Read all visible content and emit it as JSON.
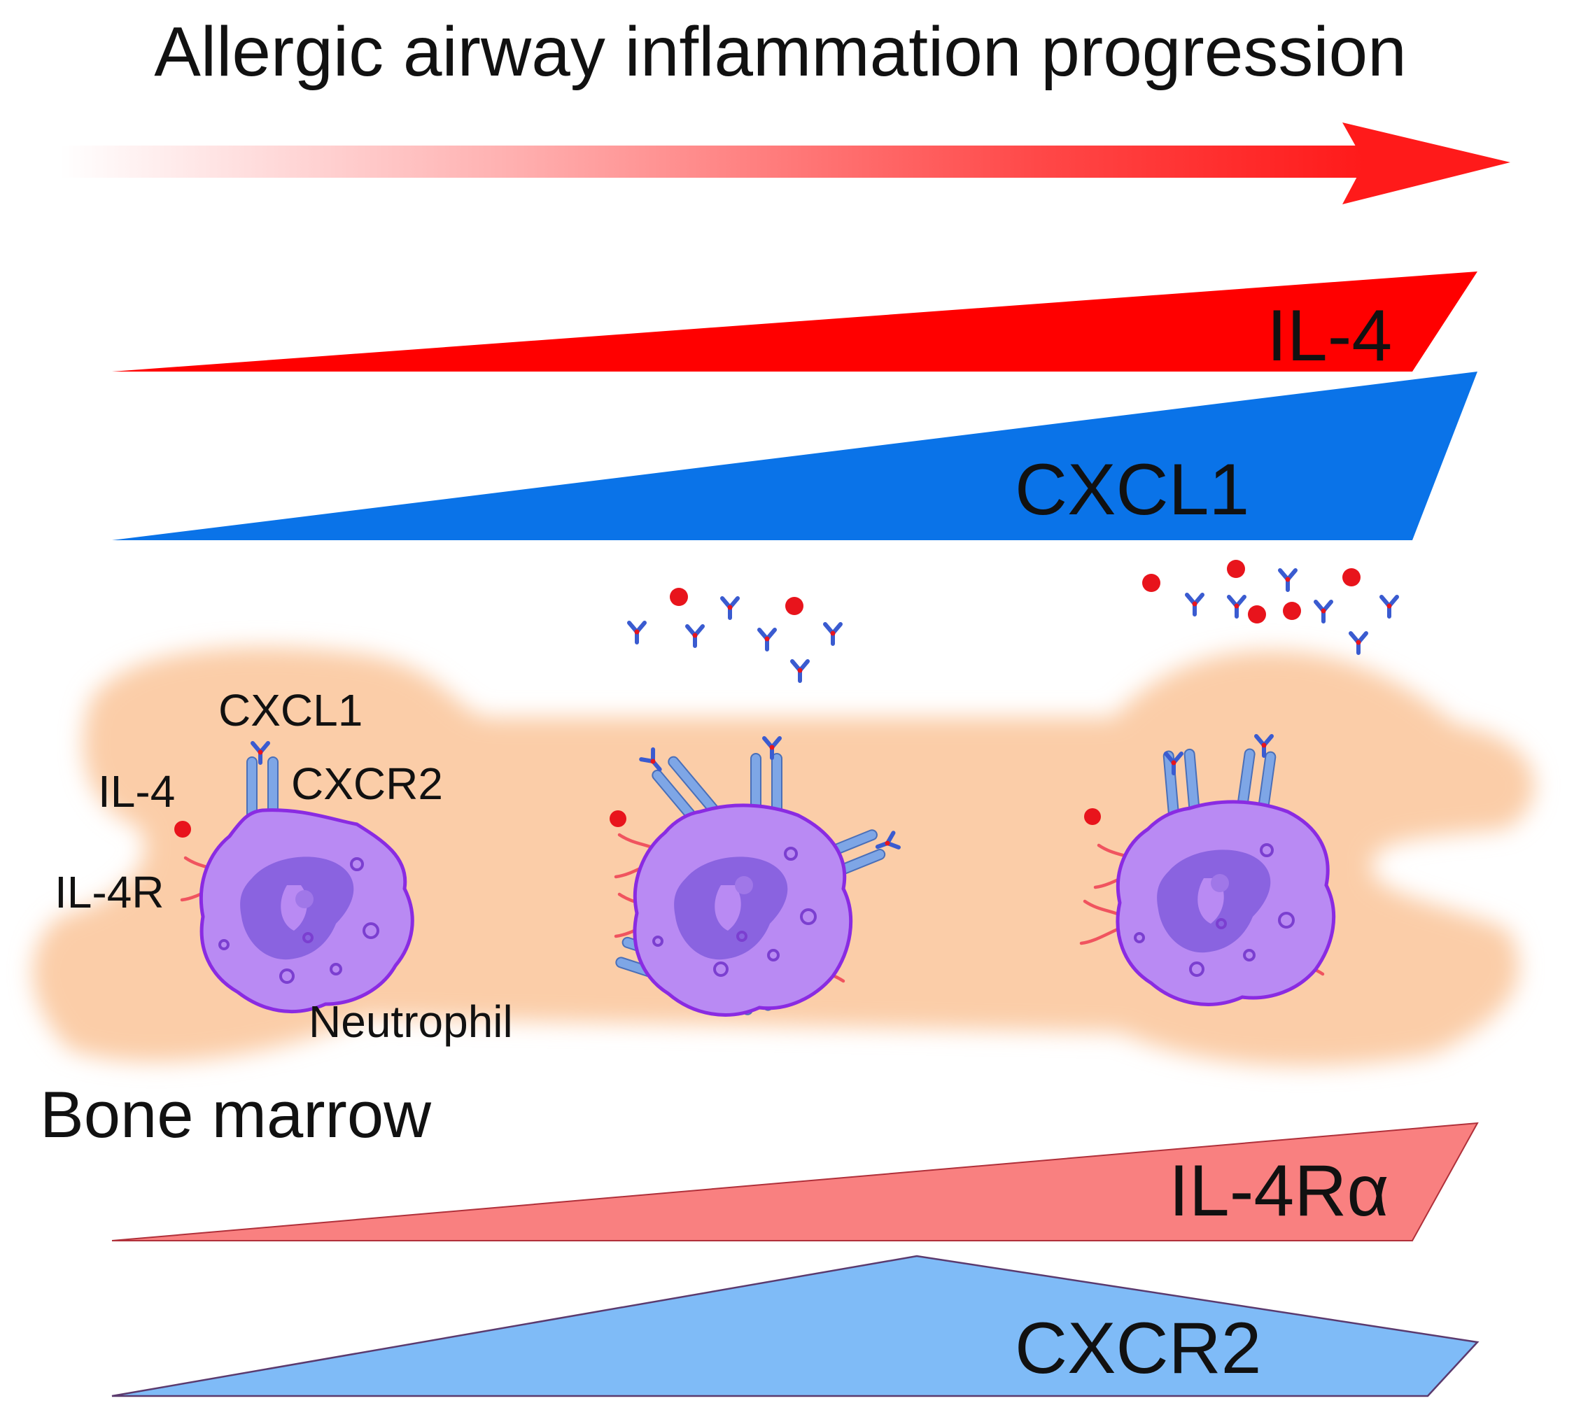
{
  "title": "Allergic airway inflammation progression",
  "bands": {
    "il4": {
      "label": "IL-4",
      "color": "#ff0000"
    },
    "cxcl1": {
      "label": "CXCL1",
      "color": "#0a73e8"
    },
    "il4ra": {
      "label": "IL-4Rα",
      "color": "#f98080"
    },
    "cxcr2": {
      "label": "CXCR2",
      "color": "#7fbbf7"
    }
  },
  "bone_marrow": {
    "label": "Bone marrow",
    "color": "#fbcda8"
  },
  "cell_labels": {
    "cxcl1": "CXCL1",
    "il4": "IL-4",
    "cxcr2": "CXCR2",
    "il4r": "IL-4R",
    "neutrophil": "Neutrophil"
  },
  "colors": {
    "arrow": "#ff1a1a",
    "neutrophil_fill": "#b98af3",
    "neutrophil_outline": "#8a2be2",
    "nucleus": "#8a63e0",
    "il4_dot": "#e8141c",
    "il4_receptor": "#f0545f",
    "cxcr2_receptor": "#7ea6e6",
    "cxcl1_molecule": "#3a5bd0"
  }
}
